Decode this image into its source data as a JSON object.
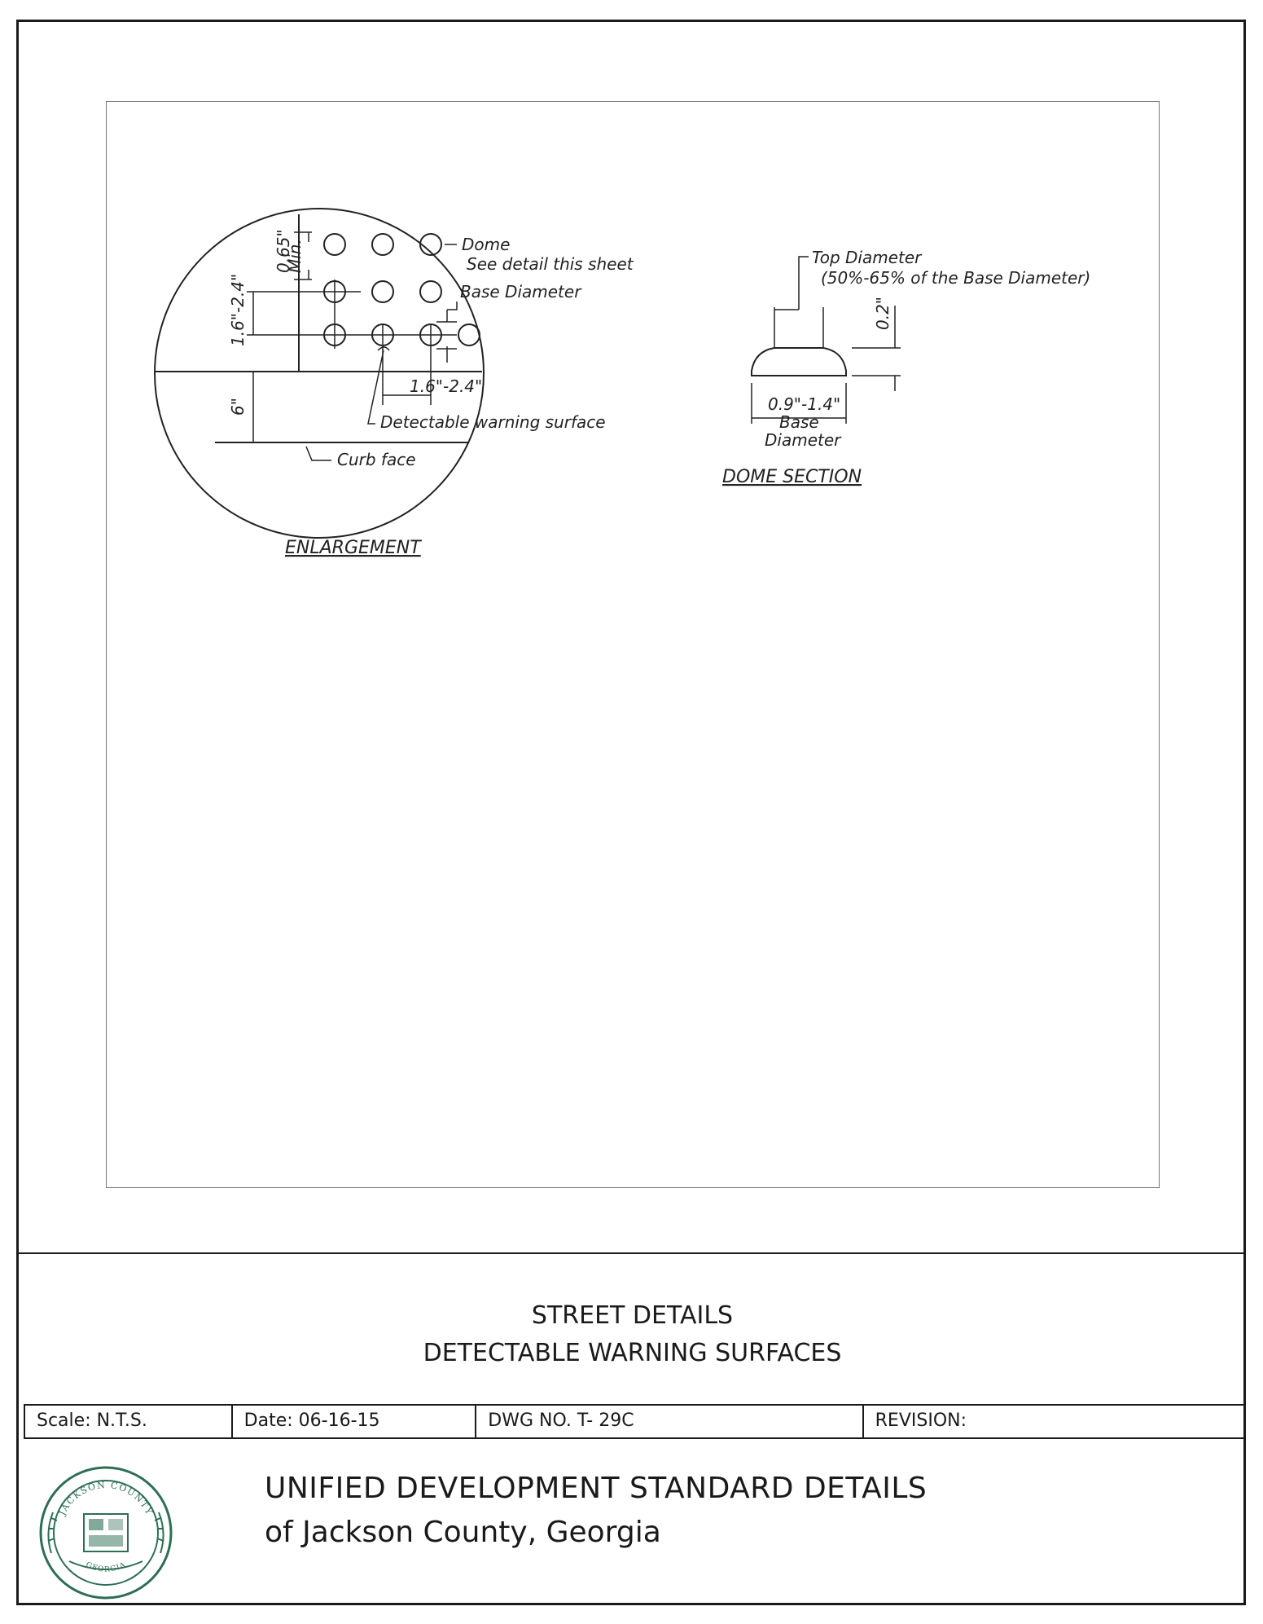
{
  "enlargement": {
    "caption": "ENLARGEMENT",
    "dome_label": "Dome",
    "see_detail": "See detail this sheet",
    "base_diameter": "Base Diameter",
    "min_spacing": "0.65\"",
    "min_spacing_suffix": "Min.",
    "row_spacing": "1.6\"-2.4\"",
    "col_spacing": "1.6\"-2.4\"",
    "curb_offset": "6\"",
    "detectable_surface": "Detectable warning surface",
    "curb_face": "Curb face"
  },
  "dome_section": {
    "caption": "DOME SECTION",
    "top_diameter": "Top Diameter",
    "top_diameter_note": "(50%-65% of the Base Diameter)",
    "height": "0.2\"",
    "base_range": "0.9\"-1.4\"",
    "base_label_1": "Base",
    "base_label_2": "Diameter"
  },
  "title_block": {
    "line1": "STREET DETAILS",
    "line2": "DETECTABLE WARNING SURFACES",
    "scale": "Scale:  N.T.S.",
    "date": "Date: 06-16-15",
    "dwg_no": "DWG NO.  T- 29C",
    "revision": "REVISION:",
    "org_line1": "UNIFIED DEVELOPMENT STANDARD DETAILS",
    "org_line2": "of Jackson County, Georgia"
  },
  "seal": {
    "top_text": "JACKSON COUNTY",
    "bottom_text": "GEORGIA",
    "color": "#2e6e55"
  }
}
